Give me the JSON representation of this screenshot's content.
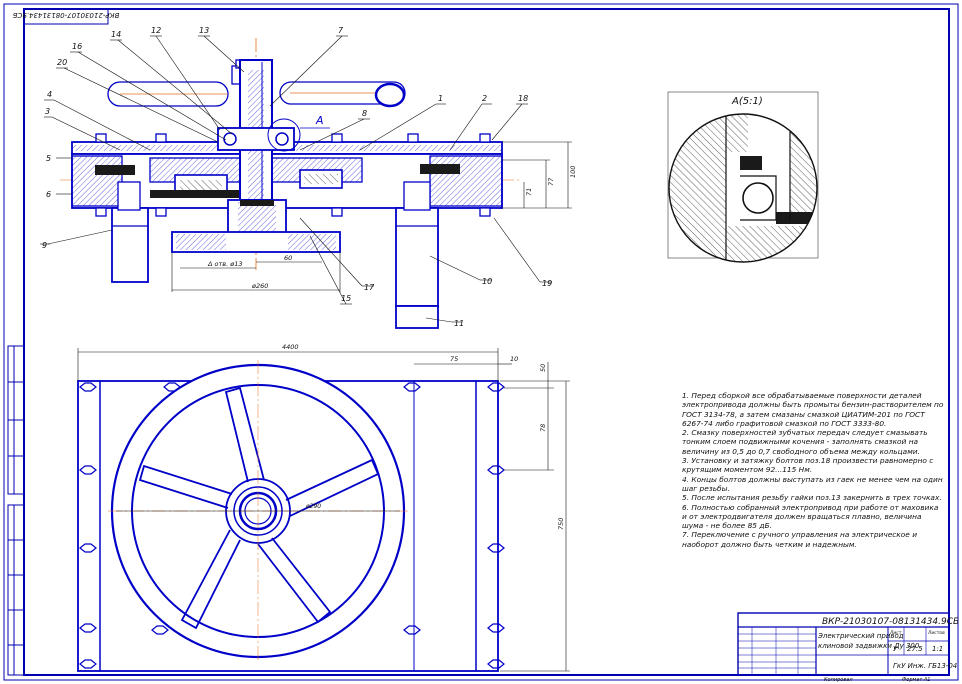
{
  "drawing": {
    "stamp_rotated": "ВКР-21030107-08131434.9СБ",
    "section_label": "А",
    "detail_label": "А(5:1)",
    "designation": "ВКР-21030107-08131434.9СБ",
    "title_line1": "Электрический привод",
    "title_line2": "клиновой задвижки Ду 300",
    "stage": "У",
    "mass": "27.5",
    "scale": "1:1",
    "org": "ГкУ Инж. ГБ13-04",
    "sheet_label": "Лист",
    "sheets_label": "Листов",
    "copy_label": "Копировал",
    "format_label": "Формат А1"
  },
  "leaders": [
    "1",
    "2",
    "3",
    "4",
    "5",
    "6",
    "7",
    "8",
    "9",
    "10",
    "11",
    "12",
    "13",
    "14",
    "15",
    "16",
    "17",
    "18",
    "19",
    "20"
  ],
  "dimensions": {
    "d1": "Δ отв. ø13",
    "d2": "60",
    "d3": "ø260",
    "d4": "100",
    "d5": "77",
    "d6": "71",
    "d7": "4400",
    "d8": "75",
    "d9": "10",
    "d10": "50",
    "d11": "78",
    "d12": "750",
    "d13": "ø290"
  },
  "notes": [
    "1. Перед сборкой все обрабатываемые поверхности деталей электропривода должны быть промыты  бензин-растворителем по ГОСТ 3134-78, а затем смазаны смазкой ЦИАТИМ-201 по ГОСТ 6267-74 либо графитовой смазкой по ГОСТ 3333-80.",
    "2. Смазку поверхностей зубчатых передач следует смазывать тонким слоем подвижными кочения - заполнять смазкой на величину из 0,5 до 0,7 свободного объема между кольцами.",
    "3. Установку и затяжку болтов поз.18 произвести равномерно с крутящим моментом 92...115 Нм.",
    "4. Концы болтов должны выступать из гаек не менее чем на один шаг резьбы.",
    "5. После испытания резьбу гайки поз.13 закернить в трех точках.",
    "6. Полностью собранный электропривод при работе от маховика и от электродвигателя должен вращаться плавно, величина шума - не более 85 дБ.",
    "7. Переключение с ручного управления на электрическое и наоборот должно быть четким и надежным."
  ],
  "colors": {
    "line": "#0000c8",
    "frame": "#0000b0",
    "axis": "#e07020",
    "dim": "#111111"
  }
}
